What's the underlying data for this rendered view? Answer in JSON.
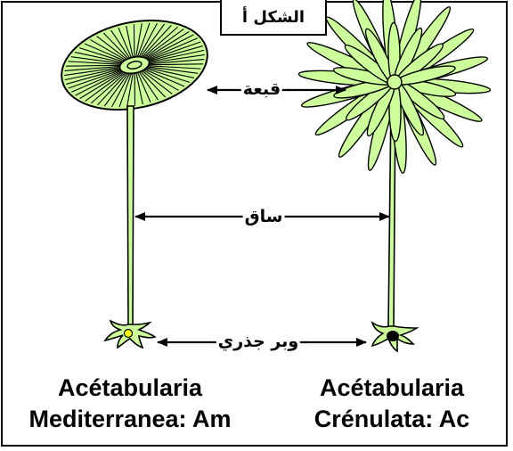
{
  "figure": {
    "title": "الشكل أ",
    "labels": {
      "cap": "قبعة",
      "stalk": "ساق",
      "rhizoid": "وبر جذري"
    },
    "species_left": {
      "line1": "Acétabularia",
      "line2": "Mediterranea: Am"
    },
    "species_right": {
      "line1": "Acétabularia",
      "line2": "Crénulata: Ac"
    },
    "colors": {
      "plant_fill": "#ccff99",
      "outline": "#000000",
      "nucleus_left": "#ffff00",
      "nucleus_right": "#000000"
    }
  }
}
